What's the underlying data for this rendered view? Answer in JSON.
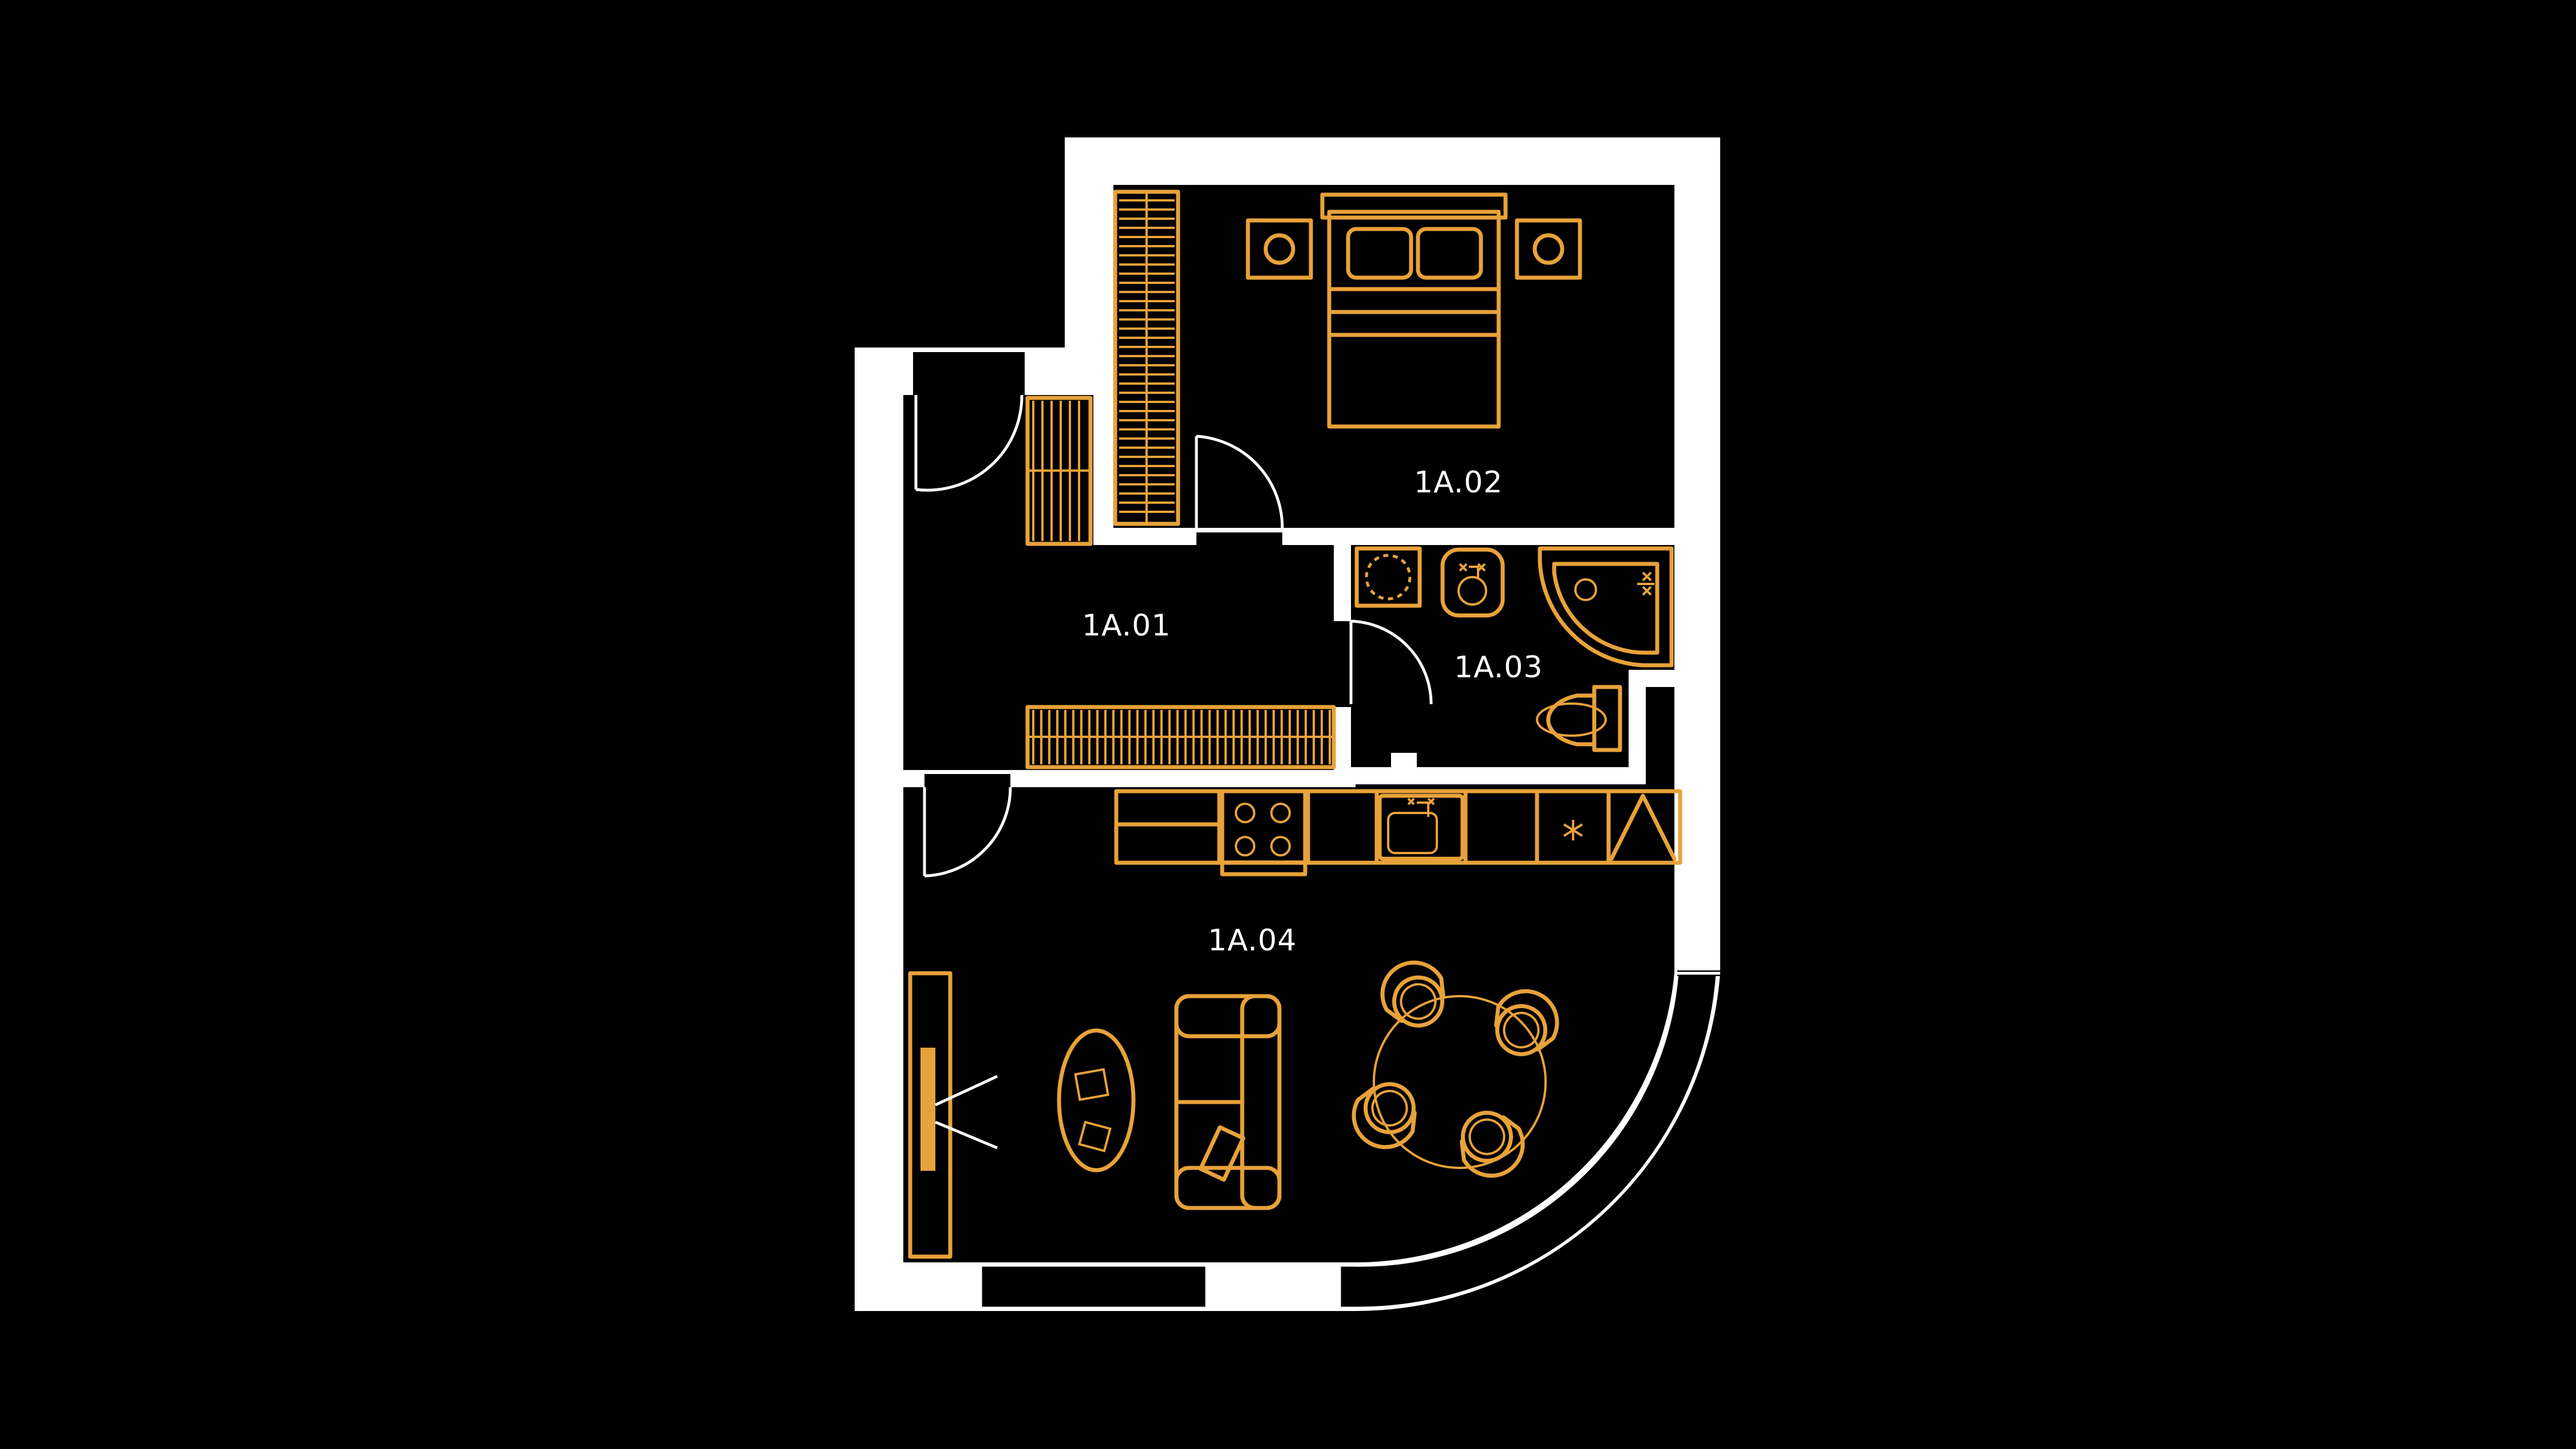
{
  "rooms": [
    {
      "id": "1A.01",
      "label": "1A.01"
    },
    {
      "id": "1A.02",
      "label": "1A.02"
    },
    {
      "id": "1A.03",
      "label": "1A.03"
    },
    {
      "id": "1A.04",
      "label": "1A.04"
    }
  ],
  "colors": {
    "background": "#000000",
    "walls": "#ffffff",
    "furniture": "#E8A23A",
    "labels": "#ffffff"
  },
  "icons": [
    "bed-icon",
    "nightstand-icon",
    "wardrobe-icon",
    "door-icon",
    "washing-machine-icon",
    "washbasin-icon",
    "shower-icon",
    "toilet-icon",
    "kitchen-counter-icon",
    "stove-icon",
    "sink-icon",
    "fridge-icon",
    "tv-icon",
    "coffee-table-icon",
    "sofa-icon",
    "dining-table-icon",
    "chair-icon"
  ]
}
